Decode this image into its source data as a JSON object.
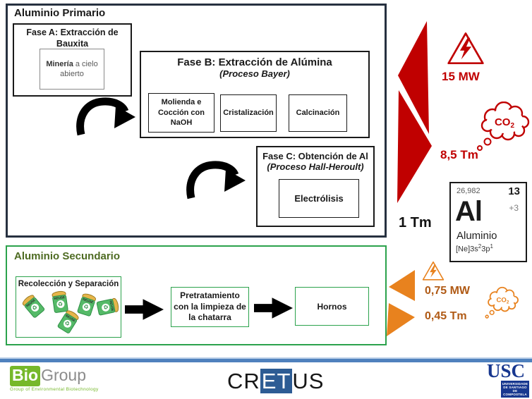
{
  "primary": {
    "title": "Aluminio Primario",
    "fase_a": {
      "title": "Fase A: Extracción de Bauxita",
      "step_bold": "Minería",
      "step_rest": " a cielo abierto"
    },
    "fase_b": {
      "title": "Fase B: Extracción de Alúmina",
      "subtitle": "(Proceso Bayer)",
      "steps": [
        "Molienda e Cocción con NaOH",
        "Cristalización",
        "Calcinación"
      ]
    },
    "fase_c": {
      "title": "Fase C: Obtención de Al",
      "subtitle": "(Proceso Hall-Heroult)",
      "step": "Electrólisis"
    },
    "energy": "15 MW",
    "co2": "8,5 Tm",
    "output": "1 Tm"
  },
  "element": {
    "mass": "26,982",
    "number": "13",
    "symbol": "Al",
    "charge": "+3",
    "name": "Aluminio",
    "config_prefix": "[Ne]3s",
    "config_sup1": "2",
    "config_mid": "3p",
    "config_sup2": "1"
  },
  "secondary": {
    "title": "Aluminio Secundario",
    "collection": "Recolección y Separación",
    "can_label": "REUSE",
    "pretreatment": "Pretratamiento con la limpieza de la chatarra",
    "furnaces": "Hornos",
    "energy": "0,75 MW",
    "co2": "0,45 Tm"
  },
  "co2_cloud": {
    "prefix": "CO",
    "sub": "2"
  },
  "icons": {
    "energy": "high-voltage-warning-triangle",
    "emissions": "co2-thought-cloud",
    "recycle_symbol": "♻"
  },
  "footer": {
    "biogroup": {
      "part1": "Bio",
      "part2": "Group",
      "subtitle": "Group of Environmental Biotechnology"
    },
    "cretus": {
      "part1": "CR",
      "part2": "ET",
      "part3": "US"
    },
    "usc": {
      "acronym": "USC",
      "lines": [
        "UNIVERSIDADE",
        "DE SANTIAGO",
        "DE COMPOSTELA"
      ]
    }
  },
  "colors": {
    "red": "#c00000",
    "orange": "#e8821e",
    "orange_text": "#b05a15",
    "green_border": "#2ba24c",
    "green_title": "#4e6b22",
    "primary_border": "#273140",
    "footer_blue": "#4f81bd",
    "biogroup_green": "#76b82a",
    "cretus_blue": "#2d5c94",
    "usc_blue": "#17378f"
  }
}
